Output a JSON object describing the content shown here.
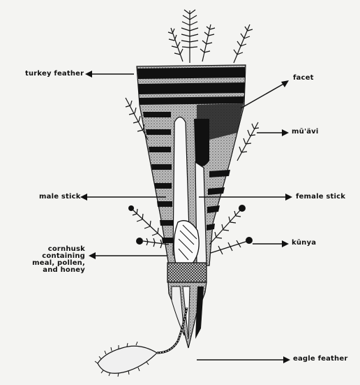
{
  "labels": {
    "turkey_feather": "turkey feather",
    "facet": "facet",
    "mu_avi": "mū'ävi",
    "male_stick": "male stick",
    "female_stick": "female stick",
    "kunya": "kūnya",
    "cornhusk": "cornhusk containing meal, pollen, and honey",
    "eagle_feather": "eagle feather"
  }
}
